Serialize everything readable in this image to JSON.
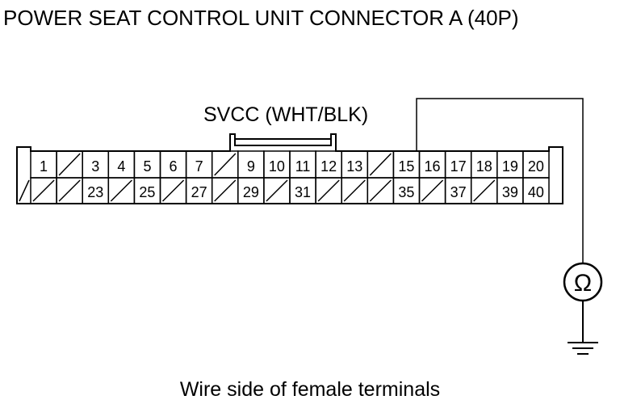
{
  "title": "POWER SEAT CONTROL UNIT CONNECTOR A (40P)",
  "probe_label": "SVCC (WHT/BLK)",
  "meter_symbol": "Ω",
  "caption": "Wire side of female terminals",
  "connector": {
    "top_row": [
      "1",
      "",
      "3",
      "4",
      "5",
      "6",
      "7",
      "",
      "9",
      "10",
      "11",
      "12",
      "13",
      "",
      "15",
      "16",
      "17",
      "18",
      "19",
      "20"
    ],
    "bottom_row": [
      "",
      "",
      "23",
      "",
      "25",
      "",
      "27",
      "",
      "29",
      "",
      "31",
      "",
      "",
      "",
      "35",
      "",
      "37",
      "",
      "39",
      "40"
    ]
  },
  "icons": {
    "meter": "ohmmeter-icon",
    "ground": "ground-icon"
  }
}
